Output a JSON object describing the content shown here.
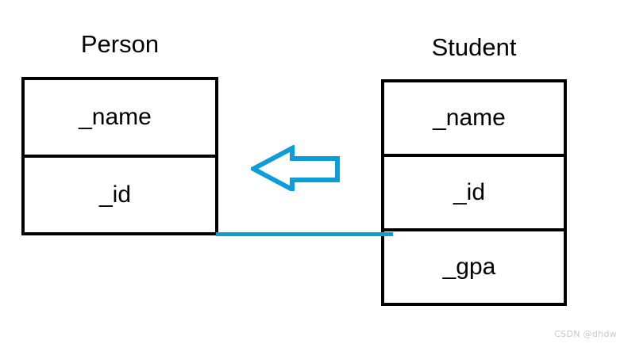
{
  "diagram": {
    "type": "uml-class-inheritance",
    "background_color": "#ffffff",
    "border_color": "#000000",
    "accent_color": "#0d9ddb",
    "classes": [
      {
        "name": "Person",
        "title": "Person",
        "role": "base-class",
        "members": [
          {
            "label": "_name"
          },
          {
            "label": "_id"
          }
        ]
      },
      {
        "name": "Student",
        "title": "Student",
        "role": "derived-class",
        "members": [
          {
            "label": "_name"
          },
          {
            "label": "_id"
          },
          {
            "label": "_gpa"
          }
        ]
      }
    ],
    "relationship": {
      "kind": "inheritance",
      "arrow_name": "left-arrow-icon",
      "arrow_direction": "left",
      "arrow_style": "hollow-block-arrow",
      "from": "Student",
      "to": "Person",
      "connector_name": "connector-line"
    }
  },
  "watermark": {
    "text": "CSDN @dhdw"
  }
}
